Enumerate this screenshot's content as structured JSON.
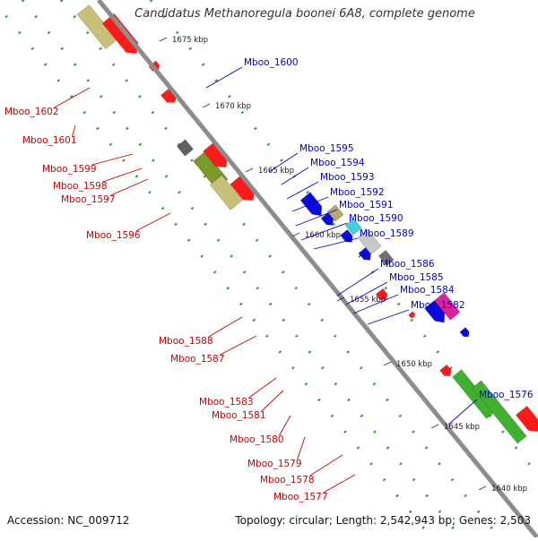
{
  "title": "Candidatus Methanoregula boonei 6A8, complete genome",
  "accession": "Accession: NC_009712",
  "summary": "Topology: circular; Length: 2,542,943 bp; Genes: 2,503",
  "colors": {
    "forward_label": "#cc0000",
    "reverse_label": "#0000cc",
    "backbone": "#8c8c8c",
    "tick_dots": "#2a9a2a"
  },
  "scale_ticks": [
    "1675 kbp",
    "1670 kbp",
    "1665 kbp",
    "1660 kbp",
    "1655 kbp",
    "1650 kbp",
    "1645 kbp",
    "1640 kbp"
  ],
  "forward_genes": [
    "Mboo_1602",
    "Mboo_1601",
    "Mboo_1599",
    "Mboo_1598",
    "Mboo_1597",
    "Mboo_1596",
    "Mboo_1588",
    "Mboo_1587",
    "Mboo_1583",
    "Mboo_1581",
    "Mboo_1580",
    "Mboo_1579",
    "Mboo_1578",
    "Mboo_1577"
  ],
  "reverse_genes": [
    "Mboo_1600",
    "Mboo_1595",
    "Mboo_1594",
    "Mboo_1593",
    "Mboo_1592",
    "Mboo_1591",
    "Mboo_1590",
    "Mboo_1589",
    "Mboo_1586",
    "Mboo_1585",
    "Mboo_1584",
    "Mboo_1582",
    "Mboo_1576"
  ]
}
